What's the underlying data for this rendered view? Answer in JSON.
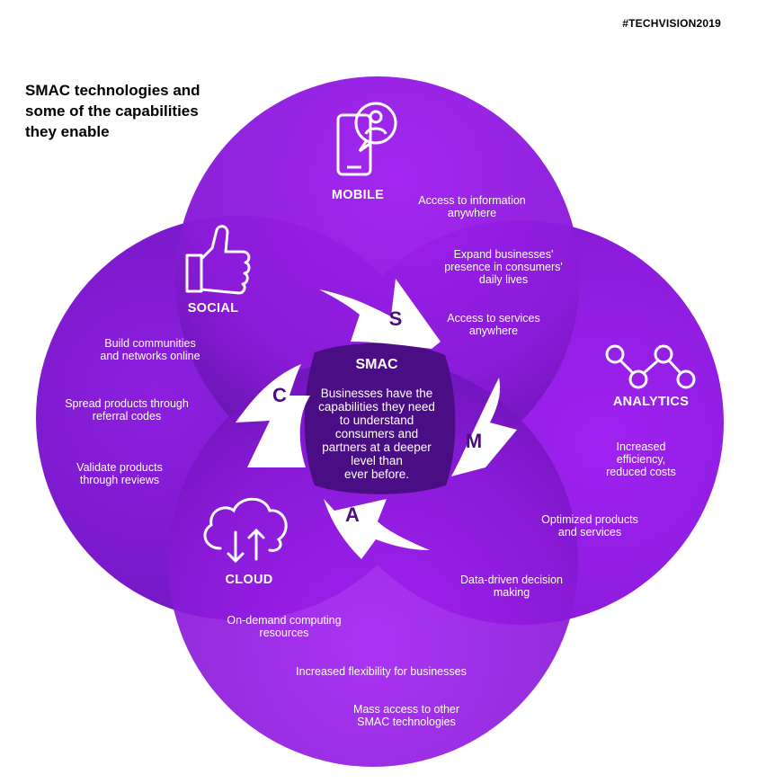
{
  "hashtag": "#TECHVISION2019",
  "title": "SMAC technologies and\nsome of the capabilities\nthey enable",
  "center": {
    "title": "SMAC",
    "text": "Businesses have the\ncapabilities they need\nto understand\nconsumers and\npartners at a deeper\nlevel than\never before."
  },
  "arrows": {
    "s": "S",
    "m": "M",
    "a": "A",
    "c": "C"
  },
  "mobile": {
    "label": "MOBILE",
    "icon": "mobile-chat-icon",
    "capabilities": [
      "Access to information\nanywhere",
      "Expand businesses'\npresence in consumers'\ndaily lives",
      "Access to services\nanywhere"
    ]
  },
  "social": {
    "label": "SOCIAL",
    "icon": "thumbs-up-icon",
    "capabilities": [
      "Build communities\nand networks online",
      "Spread products through\nreferral codes",
      "Validate products\nthrough reviews"
    ]
  },
  "analytics": {
    "label": "ANALYTICS",
    "icon": "analytics-nodes-icon",
    "capabilities": [
      "Increased\nefficiency,\nreduced costs",
      "Optimized products\nand services",
      "Data-driven decision\nmaking"
    ]
  },
  "cloud": {
    "label": "CLOUD",
    "icon": "cloud-upload-download-icon",
    "capabilities": [
      "On-demand computing\nresources",
      "Increased flexibility for businesses",
      "Mass access to other\nSMAC technologies"
    ]
  },
  "colors": {
    "circle_main": "#9a1ee0",
    "circle_dark": "#6a15b5",
    "center": "#4a0e84",
    "arrow": "#ffffff"
  }
}
